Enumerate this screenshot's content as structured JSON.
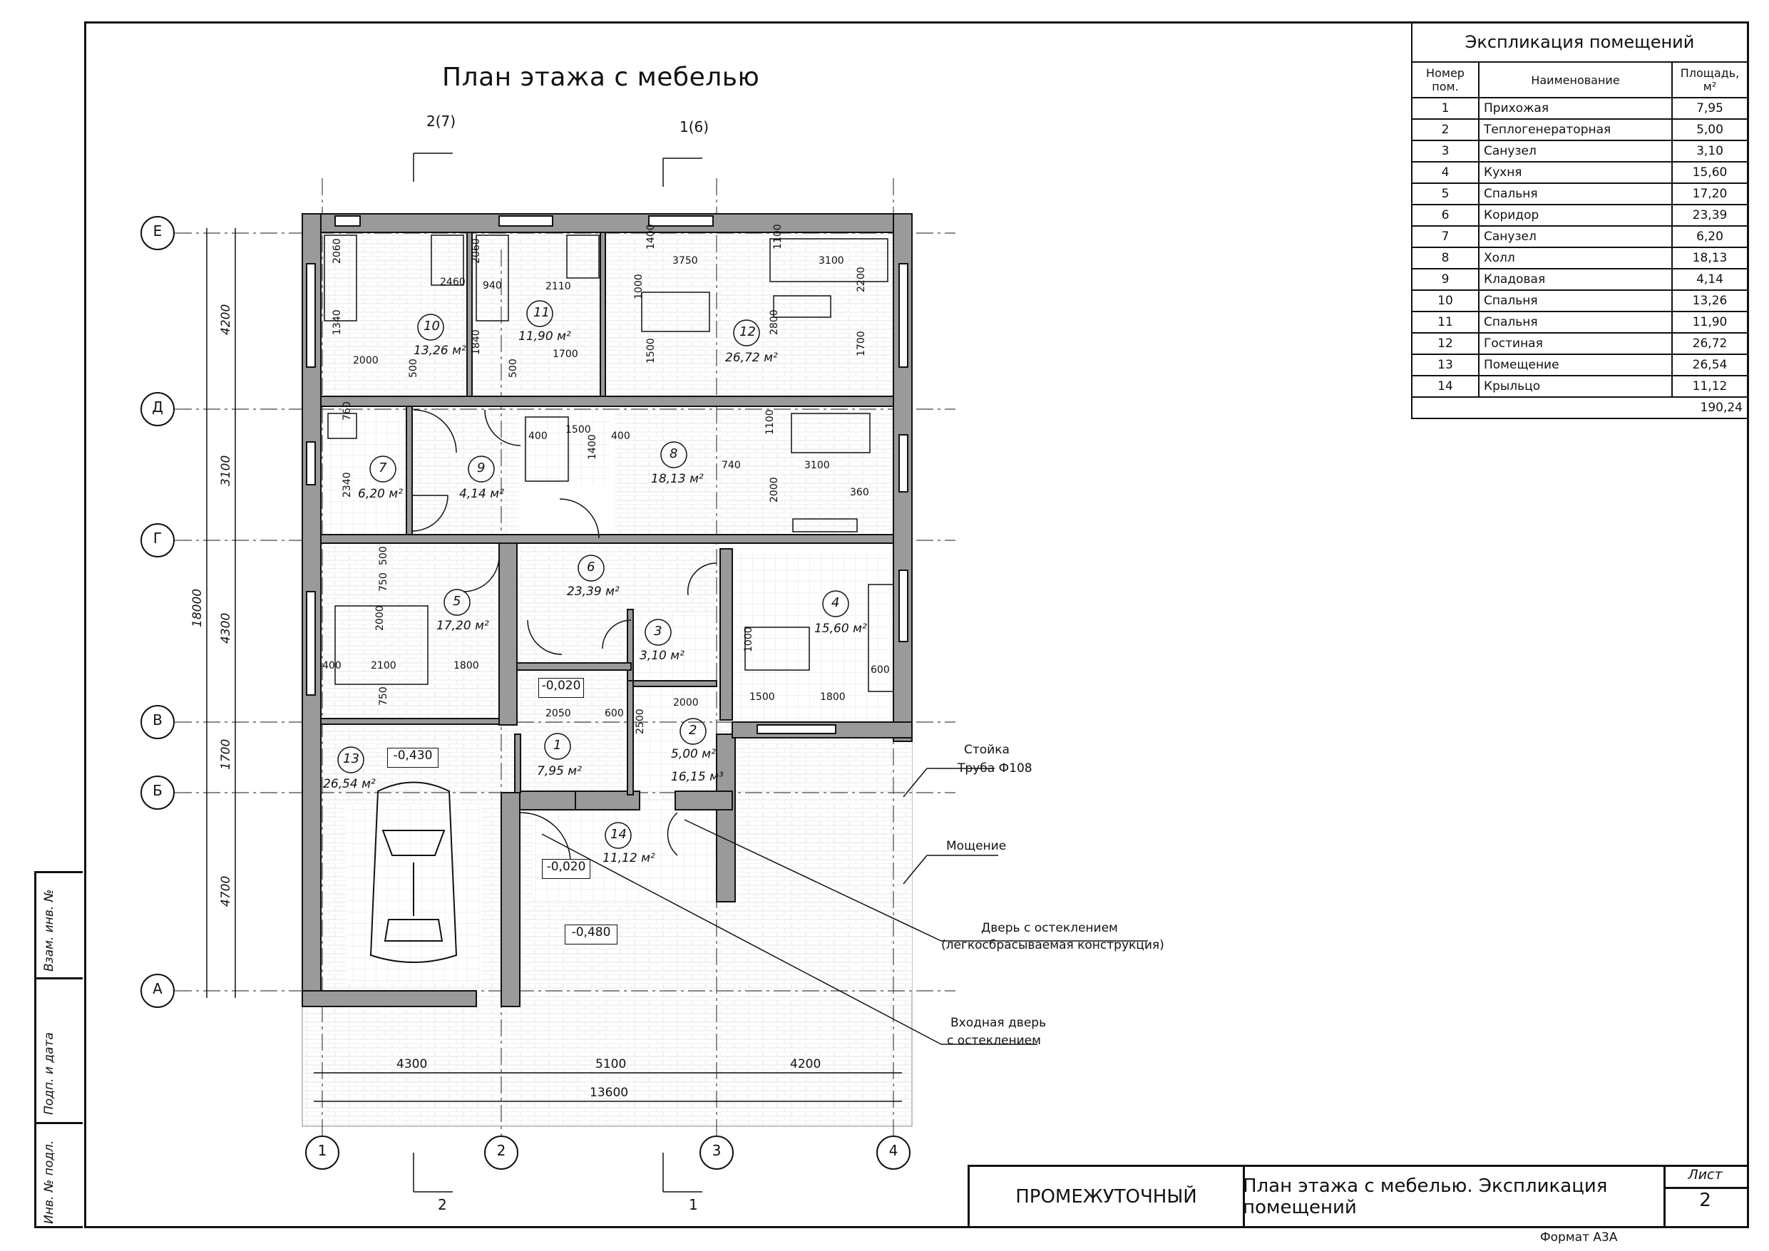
{
  "title": "План этажа с мебелью",
  "sections": {
    "top_left": "2(7)",
    "top_right": "1(6)",
    "bottom_left": "2",
    "bottom_right": "1"
  },
  "axes": {
    "rows": [
      "Е",
      "Д",
      "Г",
      "В",
      "Б",
      "А"
    ],
    "cols": [
      "1",
      "2",
      "3",
      "4"
    ]
  },
  "dims": {
    "left_outer": [
      "4200",
      "3100",
      "4300",
      "1700",
      "4700"
    ],
    "left_total": "18000",
    "bottom": [
      "4300",
      "5100",
      "4200"
    ],
    "bottom_total": "13600"
  },
  "rooms": [
    {
      "num": "10",
      "area": "13,26 м²"
    },
    {
      "num": "11",
      "area": "11,90 м²"
    },
    {
      "num": "12",
      "area": "26,72 м²"
    },
    {
      "num": "7",
      "area": "6,20 м²"
    },
    {
      "num": "9",
      "area": "4,14 м²"
    },
    {
      "num": "8",
      "area": "18,13 м²"
    },
    {
      "num": "6",
      "area": "23,39 м²"
    },
    {
      "num": "5",
      "area": "17,20 м²"
    },
    {
      "num": "3",
      "area": "3,10 м²"
    },
    {
      "num": "4",
      "area": "15,60 м²"
    },
    {
      "num": "2",
      "area": "5,00 м²",
      "volume": "16,15 м³"
    },
    {
      "num": "1",
      "area": "7,95 м²"
    },
    {
      "num": "13",
      "area": "26,54 м²"
    },
    {
      "num": "14",
      "area": "11,12 м²"
    }
  ],
  "levels": [
    "-0,020",
    "-0,430",
    "-0,020",
    "-0,480"
  ],
  "inner_dims": [
    "2060",
    "2460",
    "1340",
    "2000",
    "500",
    "2060",
    "940",
    "2110",
    "1840",
    "1700",
    "500",
    "1400",
    "3750",
    "1100",
    "3100",
    "2200",
    "1000",
    "2800",
    "1500",
    "1700",
    "760",
    "2340",
    "400",
    "1500",
    "400",
    "1400",
    "740",
    "3100",
    "1100",
    "2000",
    "360",
    "500",
    "750",
    "2000",
    "2100",
    "400",
    "1800",
    "750",
    "1000",
    "1500",
    "1800",
    "600",
    "2050",
    "600",
    "2000",
    "2500"
  ],
  "callouts": {
    "column": "Стойка",
    "column_sub": "Труба Ф108",
    "paving": "Мощение",
    "glazed_door": "Дверь с остеклением",
    "glazed_door_sub": "(легкосбрасываемая конструкция)",
    "entry_door": "Входная дверь",
    "entry_door_sub": "с остеклением"
  },
  "explication": {
    "caption": "Экспликация помещений",
    "headers": [
      "Номер пом.",
      "Наименование",
      "Площадь, м²"
    ],
    "rows": [
      [
        "1",
        "Прихожая",
        "7,95"
      ],
      [
        "2",
        "Теплогенераторная",
        "5,00"
      ],
      [
        "3",
        "Санузел",
        "3,10"
      ],
      [
        "4",
        "Кухня",
        "15,60"
      ],
      [
        "5",
        "Спальня",
        "17,20"
      ],
      [
        "6",
        "Коридор",
        "23,39"
      ],
      [
        "7",
        "Санузел",
        "6,20"
      ],
      [
        "8",
        "Холл",
        "18,13"
      ],
      [
        "9",
        "Кладовая",
        "4,14"
      ],
      [
        "10",
        "Спальня",
        "13,26"
      ],
      [
        "11",
        "Спальня",
        "11,90"
      ],
      [
        "12",
        "Гостиная",
        "26,72"
      ],
      [
        "13",
        "Помещение",
        "26,54"
      ],
      [
        "14",
        "Крыльцо",
        "11,12"
      ]
    ],
    "total": "190,24"
  },
  "stamp": [
    "Взам. инв. №",
    "Подп. и дата",
    "Инв. № подл."
  ],
  "title_block": {
    "stage": "ПРОМЕЖУТОЧНЫЙ",
    "sheet_name": "План этажа с мебелью. Экспликация помещений",
    "sheet_label": "Лист",
    "sheet_num": "2"
  },
  "format": "Формат А3А"
}
